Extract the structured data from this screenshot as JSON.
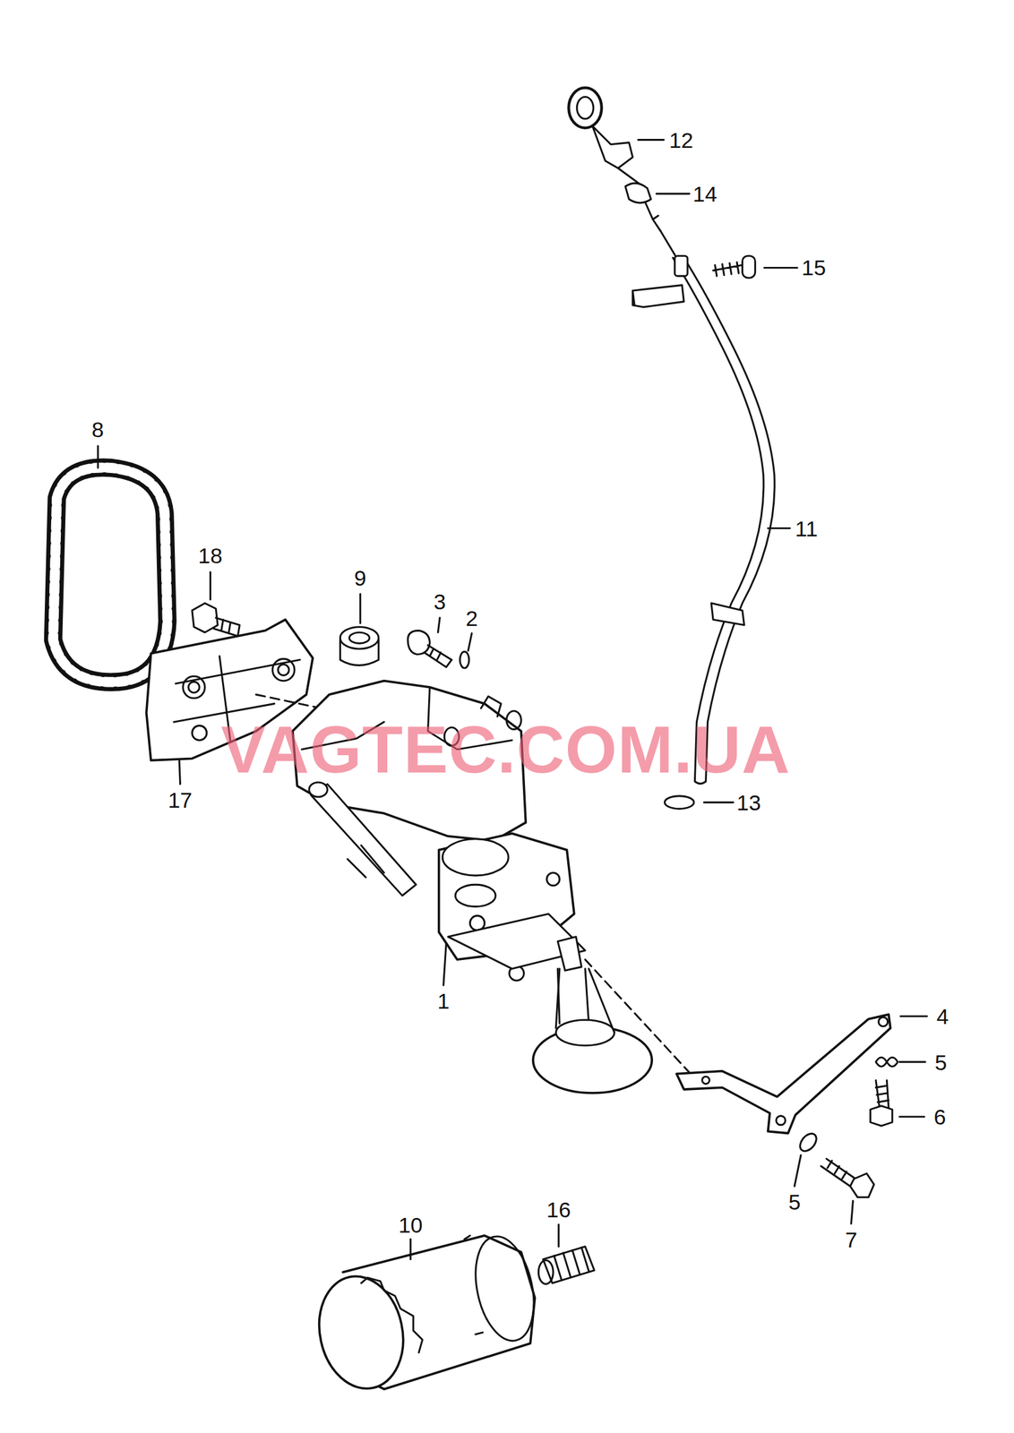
{
  "diagram": {
    "labels": [
      "12",
      "14",
      "15",
      "8",
      "11",
      "18",
      "9",
      "3",
      "2",
      "VAGTEC.COM.UA",
      "17",
      "13",
      "1",
      "4",
      "5",
      "6",
      "10",
      "16",
      "5",
      "7"
    ]
  }
}
